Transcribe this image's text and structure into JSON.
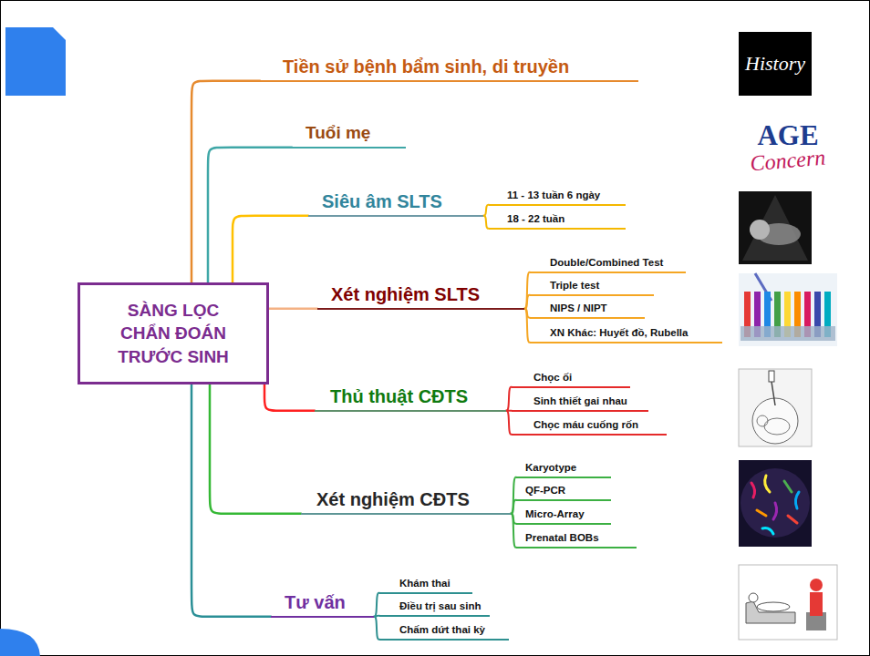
{
  "diagram": {
    "nodes": [
      {
        "text": [
          "SÀNG LỌC CHẨN ĐOÁN TRƯỚC SINH"
        ]
      },
      {
        "text": [
          "Tiền sử bệnh bẩm sinh, di truyền"
        ]
      },
      {
        "text": [
          "Tuổi mẹ"
        ]
      },
      {
        "text": [
          "Siêu âm SLTS"
        ]
      },
      {
        "text": [
          "11 - 13 tuần 6 ngày"
        ]
      },
      {
        "text": [
          "18 - 22 tuần"
        ]
      },
      {
        "text": [
          "Xét nghiệm SLTS"
        ]
      },
      {
        "text": [
          "Double/Combined Test"
        ]
      },
      {
        "text": [
          "Triple test"
        ]
      },
      {
        "text": [
          "NIPS / NIPT"
        ]
      },
      {
        "text": [
          "XN Khác: Huyết đồ, Rubella"
        ]
      },
      {
        "text": [
          "Thủ thuật CĐTS"
        ]
      },
      {
        "text": [
          "Chọc ối"
        ]
      },
      {
        "text": [
          "Sinh thiết gai nhau"
        ]
      },
      {
        "text": [
          "Chọc máu cuống rốn"
        ]
      },
      {
        "text": [
          "Xét nghiệm CĐTS"
        ]
      },
      {
        "text": [
          "Karyotype"
        ]
      },
      {
        "text": [
          "QF-PCR"
        ]
      },
      {
        "text": [
          "Micro-Array"
        ]
      },
      {
        "text": [
          "Prenatal BOBs"
        ]
      },
      {
        "text": [
          "Tư vấn"
        ]
      },
      {
        "text": [
          "Khám thai"
        ]
      },
      {
        "text": [
          "Điều trị sau sinh"
        ]
      },
      {
        "text": [
          "Chấm dứt thai kỳ"
        ]
      }
    ],
    "edges": [
      {
        "from": 0,
        "to": 1,
        "arrow": "none"
      },
      {
        "from": 0,
        "to": 2,
        "arrow": "none"
      },
      {
        "from": 0,
        "to": 3,
        "arrow": "none"
      },
      {
        "from": 3,
        "to": 4,
        "arrow": "none"
      },
      {
        "from": 3,
        "to": 5,
        "arrow": "none"
      },
      {
        "from": 0,
        "to": 6,
        "arrow": "none"
      },
      {
        "from": 6,
        "to": 7,
        "arrow": "none"
      },
      {
        "from": 6,
        "to": 8,
        "arrow": "none"
      },
      {
        "from": 6,
        "to": 9,
        "arrow": "none"
      },
      {
        "from": 6,
        "to": 10,
        "arrow": "none"
      },
      {
        "from": 0,
        "to": 11,
        "arrow": "none"
      },
      {
        "from": 11,
        "to": 12,
        "arrow": "none"
      },
      {
        "from": 11,
        "to": 13,
        "arrow": "none"
      },
      {
        "from": 11,
        "to": 14,
        "arrow": "none"
      },
      {
        "from": 0,
        "to": 15,
        "arrow": "none"
      },
      {
        "from": 15,
        "to": 16,
        "arrow": "none"
      },
      {
        "from": 15,
        "to": 17,
        "arrow": "none"
      },
      {
        "from": 15,
        "to": 18,
        "arrow": "none"
      },
      {
        "from": 15,
        "to": 19,
        "arrow": "none"
      },
      {
        "from": 0,
        "to": 20,
        "arrow": "none"
      },
      {
        "from": 20,
        "to": 21,
        "arrow": "none"
      },
      {
        "from": 20,
        "to": 22,
        "arrow": "none"
      },
      {
        "from": 20,
        "to": 23,
        "arrow": "none"
      }
    ],
    "labels": [
      "History",
      "AGE",
      "Concern"
    ]
  }
}
